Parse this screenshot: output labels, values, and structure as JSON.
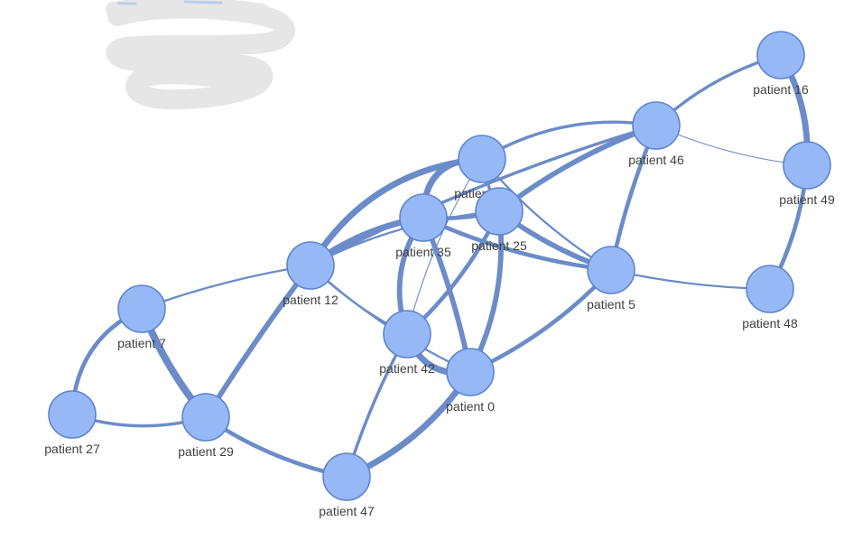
{
  "colors": {
    "edge": "#6b8cc8",
    "node_fill": "#97b8f7",
    "node_stroke": "#5e84c9",
    "label": "#404040",
    "scribble": "#e6e6e6",
    "scribble_accent": "#b9cdea"
  },
  "legend_obscured": {
    "icon": "redacted-legend-scribble"
  },
  "nodes": [
    {
      "id": "p16",
      "label": "patient 16"
    },
    {
      "id": "p46",
      "label": "patient 46"
    },
    {
      "id": "p49",
      "label": "patient 49"
    },
    {
      "id": "p24",
      "label": "patient 24"
    },
    {
      "id": "p35",
      "label": "patient 35"
    },
    {
      "id": "p25",
      "label": "patient 25"
    },
    {
      "id": "p12",
      "label": "patient 12"
    },
    {
      "id": "p5",
      "label": "patient 5"
    },
    {
      "id": "p48",
      "label": "patient 48"
    },
    {
      "id": "p7",
      "label": "patient 7"
    },
    {
      "id": "p42",
      "label": "patient 42"
    },
    {
      "id": "p0",
      "label": "patient 0"
    },
    {
      "id": "p27",
      "label": "patient 27"
    },
    {
      "id": "p29",
      "label": "patient 29"
    },
    {
      "id": "p47",
      "label": "patient 47"
    }
  ],
  "edges": [
    {
      "source": "p16",
      "target": "p49",
      "weight": 6
    },
    {
      "source": "p16",
      "target": "p46",
      "weight": 3
    },
    {
      "source": "p46",
      "target": "p49",
      "weight": 1
    },
    {
      "source": "p49",
      "target": "p48",
      "weight": 4
    },
    {
      "source": "p46",
      "target": "p24",
      "weight": 3
    },
    {
      "source": "p46",
      "target": "p25",
      "weight": 5
    },
    {
      "source": "p46",
      "target": "p5",
      "weight": 4
    },
    {
      "source": "p46",
      "target": "p12",
      "weight": 3
    },
    {
      "source": "p24",
      "target": "p12",
      "weight": 6
    },
    {
      "source": "p24",
      "target": "p35",
      "weight": 6
    },
    {
      "source": "p24",
      "target": "p25",
      "weight": 3
    },
    {
      "source": "p24",
      "target": "p5",
      "weight": 2
    },
    {
      "source": "p24",
      "target": "p42",
      "weight": 1
    },
    {
      "source": "p35",
      "target": "p12",
      "weight": 6
    },
    {
      "source": "p35",
      "target": "p25",
      "weight": 4
    },
    {
      "source": "p35",
      "target": "p5",
      "weight": 4
    },
    {
      "source": "p35",
      "target": "p42",
      "weight": 5
    },
    {
      "source": "p35",
      "target": "p0",
      "weight": 5
    },
    {
      "source": "p25",
      "target": "p5",
      "weight": 5
    },
    {
      "source": "p25",
      "target": "p0",
      "weight": 5
    },
    {
      "source": "p25",
      "target": "p42",
      "weight": 4
    },
    {
      "source": "p25",
      "target": "p12",
      "weight": 2
    },
    {
      "source": "p12",
      "target": "p7",
      "weight": 2
    },
    {
      "source": "p12",
      "target": "p29",
      "weight": 5
    },
    {
      "source": "p12",
      "target": "p42",
      "weight": 2
    },
    {
      "source": "p12",
      "target": "p0",
      "weight": 2
    },
    {
      "source": "p5",
      "target": "p48",
      "weight": 2
    },
    {
      "source": "p5",
      "target": "p0",
      "weight": 4
    },
    {
      "source": "p7",
      "target": "p29",
      "weight": 7
    },
    {
      "source": "p7",
      "target": "p27",
      "weight": 4
    },
    {
      "source": "p27",
      "target": "p29",
      "weight": 3
    },
    {
      "source": "p29",
      "target": "p47",
      "weight": 4
    },
    {
      "source": "p42",
      "target": "p0",
      "weight": 6
    },
    {
      "source": "p42",
      "target": "p47",
      "weight": 3
    },
    {
      "source": "p0",
      "target": "p47",
      "weight": 6
    }
  ]
}
